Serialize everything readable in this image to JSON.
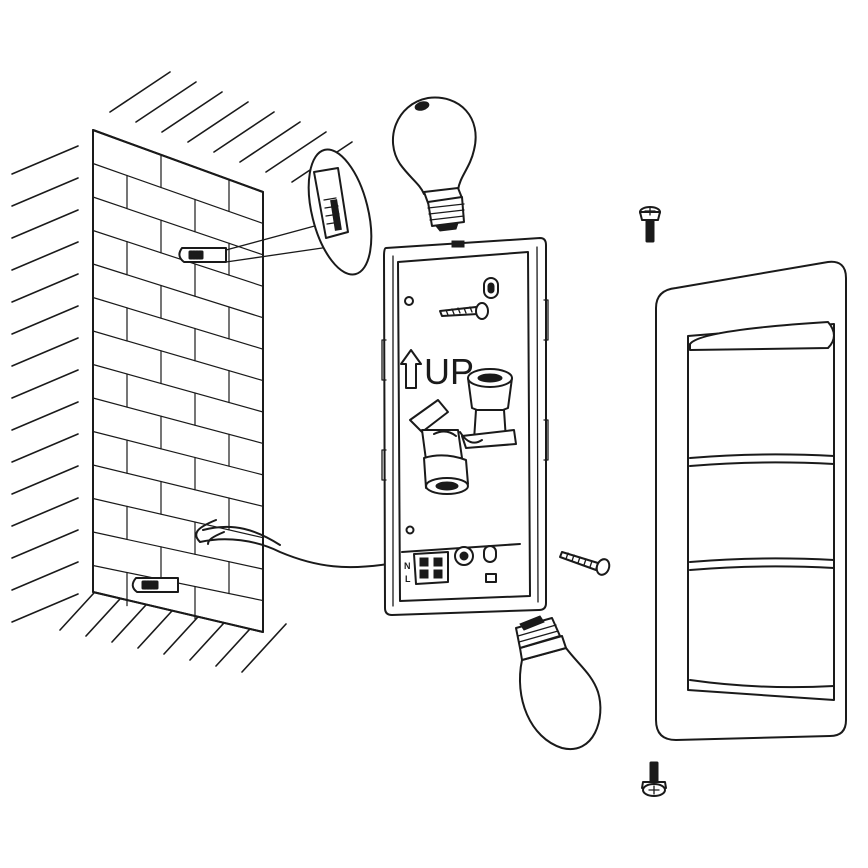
{
  "diagram": {
    "labels": {
      "up_text": "UP",
      "neutral_text": "N",
      "live_text": "L"
    },
    "colors": {
      "line": "#1a1a1a",
      "background": "#ffffff"
    },
    "icons": [
      "brick-wall",
      "wall-plug",
      "light-bulb",
      "screw",
      "mounting-box",
      "lamp-cover"
    ]
  }
}
